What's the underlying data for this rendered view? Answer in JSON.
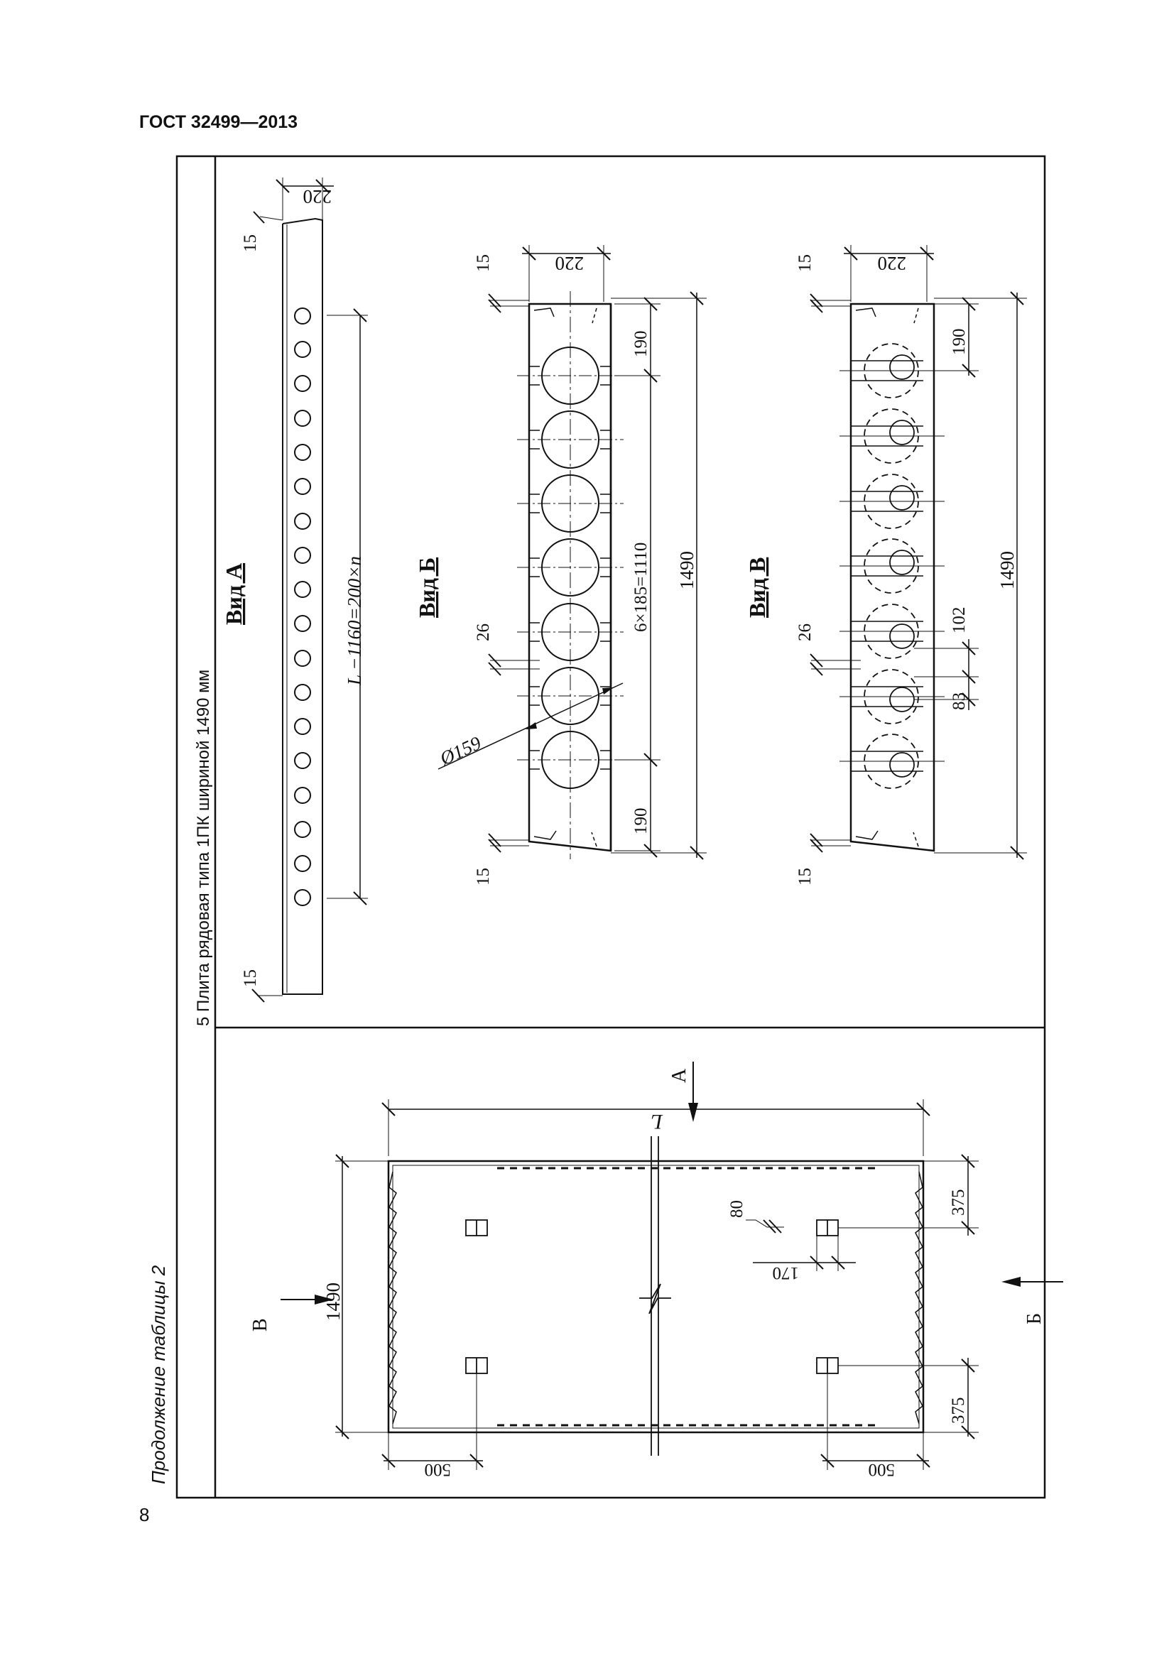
{
  "header": {
    "doc_code": "ГОСТ 32499—2013"
  },
  "page_number": "8",
  "table": {
    "continuation": "Продолжение таблицы 2",
    "row_label": "5 Плита рядовая типа 1ПК шириной 1490 мм"
  },
  "views": {
    "vid_a": {
      "title": "Вид А",
      "length_formula": "L −1160=200×n",
      "dim_end": "15",
      "dim_end_2": "15",
      "dim_thickness": "220"
    },
    "vid_b": {
      "title": "Вид Б",
      "dim_top_edge": "15",
      "dim_thickness": "220",
      "dim_end_space_top": "190",
      "dim_end_space_bottom": "190",
      "dim_pitch": "6×185=1110",
      "dim_width": "1490",
      "dim_rib": "26",
      "dim_bottom_edge": "15",
      "diameter": "Ø159"
    },
    "vid_v": {
      "title": "Вид В",
      "dim_top_edge": "15",
      "dim_thickness": "220",
      "dim_end_space": "190",
      "dim_width": "1490",
      "dim_rib": "26",
      "dim_hole_a": "102",
      "dim_hole_b": "83",
      "dim_bottom_edge": "15"
    }
  },
  "plan": {
    "length_label": "L",
    "width": "1490",
    "arrow_a": "А",
    "arrow_b": "Б",
    "arrow_v": "В",
    "dim_lift_80": "80",
    "dim_lift_170": "170",
    "dim_375_top": "375",
    "dim_375_bottom": "375",
    "dim_500_left": "500",
    "dim_500_right": "500"
  }
}
